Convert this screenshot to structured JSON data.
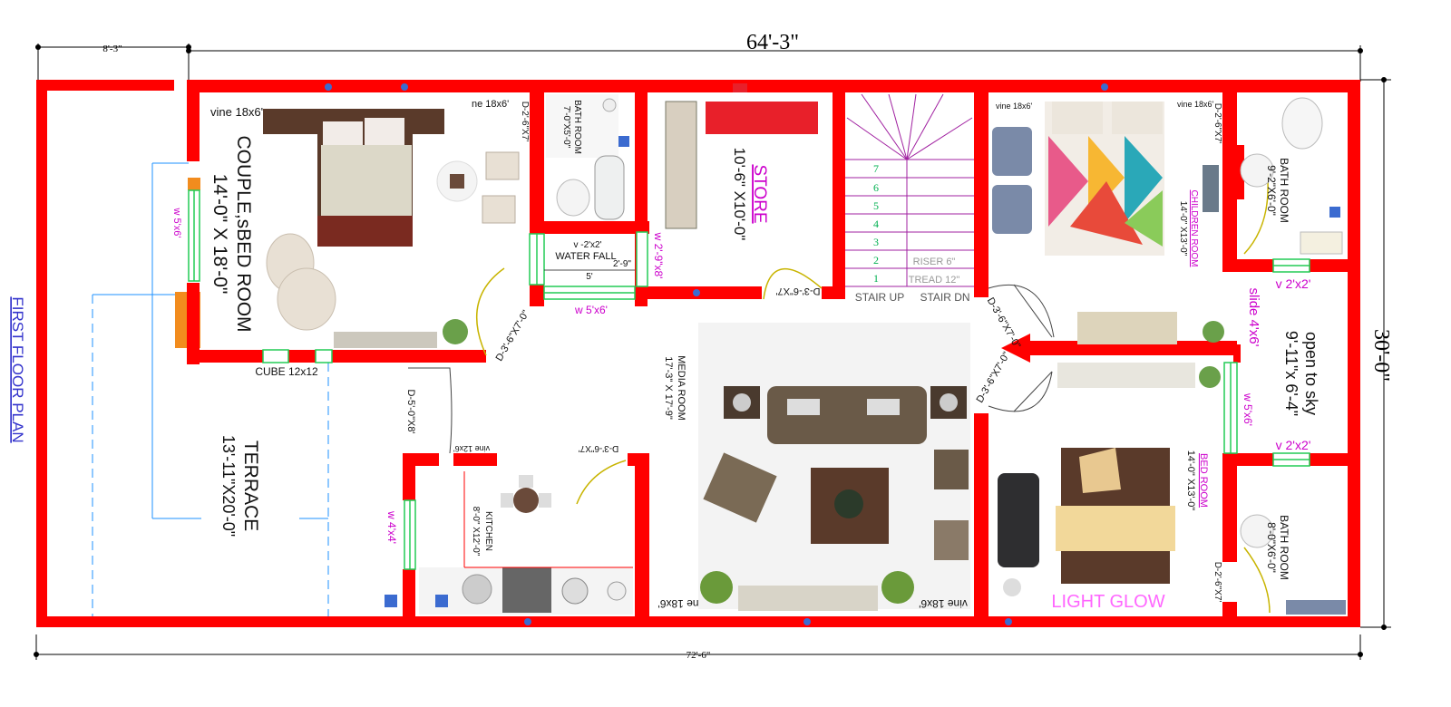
{
  "colors": {
    "wall": "#ff0000",
    "dimension": "#000000",
    "room_label": "#111111",
    "magenta_label": "#cc00cc",
    "stair_number": "#00b050",
    "stair_line": "#a020a0",
    "window": "#22cc55",
    "plan_title": "#3333cc",
    "light_glow": "#ff66ff",
    "door": "#c8b400",
    "terrace_line": "#1e90ff"
  },
  "dimensions": {
    "top_total": "64'-3\"",
    "top_left": "8'-3\"",
    "bottom_total": "72'-6\"",
    "right_total": "30'-0\""
  },
  "plan_title": "FIRST FLOOR PLAN",
  "rooms": {
    "couple_bedroom": {
      "name": "COUPLE,sBED ROOM",
      "size": "14'-0\" X 18'-0\""
    },
    "terrace": {
      "name": "TERRACE",
      "size": "13'-11\"X20'-0\""
    },
    "bath_1": {
      "name": "BATH ROOM",
      "size": "7'-0\"X5'-0\""
    },
    "store": {
      "name": "STORE",
      "size": "10'-6\" X10'-0\""
    },
    "media_room": {
      "name": "MEDIA ROOM",
      "size": "17'-3\" X 17'-9\""
    },
    "kitchen": {
      "name": "KITCHEN",
      "size": "8'-0\" X12'-0\""
    },
    "children_room": {
      "name": "CHILDREN ROOM",
      "size": "14'-0\" X13'-0\""
    },
    "bath_2": {
      "name": "BATH ROOM",
      "size": "9'-2\"X6'-0\""
    },
    "open_to_sky": {
      "name": "open to sky",
      "size": "9'-11\"x 6'-4\""
    },
    "bed_room": {
      "name": "BED ROOM",
      "size": "14'-0\" X13'-0\""
    },
    "bath_3": {
      "name": "BATH ROOM",
      "size": "8'-0\"X6'-0\""
    }
  },
  "labels": {
    "vine_1": "vine 18x6'",
    "vine_2": "ne 18x6'",
    "vine_3": "vine 18x6'",
    "vine_4": "vine 18x6'",
    "vine_5": "vine 12x6'",
    "vine_6": "ne 18x6'",
    "vine_7": "vine 18x6'",
    "door_bath1": "D-2'-6\"X7'",
    "door_bed1": "D-3'-6\"X7'-0\"",
    "door_store": "D-3'-6\"X7'",
    "door_terrace": "D-5'-0\"X8'",
    "door_kitchen": "D-3'-6\"X7'",
    "door_media_1": "D-3'-6\"X7'-0\"",
    "door_media_2": "D-3'-6\"X7'-0\"",
    "door_bath2": "D-2'-6\"X7'",
    "door_bath3": "D-2'-6\"X7'",
    "window_bed1": "w 5'x6'",
    "window_bath1": "w 5'x6'",
    "window_store": "w 2'-9\"x8'",
    "window_kitchen": "w 4'x4'",
    "window_ots": "w 5'x6'",
    "v_bath2": "v 2'x2'",
    "v_bath3": "v 2'x2'",
    "slide": "slide 4'x6'",
    "cube": "CUBE 12x12",
    "waterfall": "WATER FALL",
    "waterfall_v": "v -2'x2'",
    "waterfall_w": "5'",
    "waterfall_h": "2'-9\"",
    "stair_up": "STAIR UP",
    "stair_dn": "STAIR DN",
    "riser": "RISER 6\"",
    "tread": "TREAD 12\"",
    "light_glow": "LIGHT GLOW"
  },
  "stair_steps": [
    "1",
    "2",
    "3",
    "4",
    "5",
    "6",
    "7"
  ]
}
